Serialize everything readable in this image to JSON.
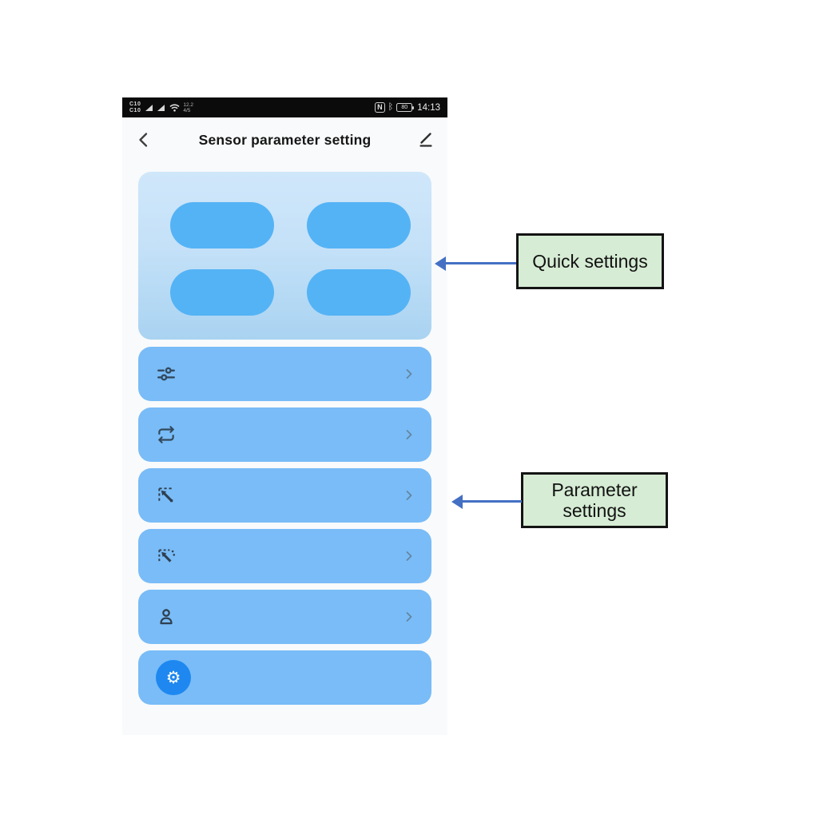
{
  "status_bar": {
    "sim_badge_top": "C10",
    "sim_badge_bottom": "C10",
    "signal_icons": [
      "signal-triangle-icon",
      "signal-triangle-icon"
    ],
    "wifi_icon": "wifi-icon",
    "net_speed_top": "12.2",
    "net_speed_bottom": "4/5",
    "nfc_label": "N",
    "bluetooth_icon": "ᛒ",
    "battery_level": "80",
    "time": "14:13"
  },
  "header": {
    "back_icon": "back-chevron-icon",
    "title": "Sensor parameter setting",
    "edit_icon": "edit-pencil-icon"
  },
  "quick_settings_card": {
    "description": "2x2 grid of blank quick-toggle pills",
    "pills": [
      "",
      "",
      "",
      ""
    ]
  },
  "parameter_rows": [
    {
      "icon": "sliders-icon",
      "label": "",
      "chevron": "chevron-right-icon"
    },
    {
      "icon": "repeat-icon",
      "label": "",
      "chevron": "chevron-right-icon"
    },
    {
      "icon": "detection-distance-icon",
      "label": "",
      "chevron": "chevron-right-icon"
    },
    {
      "icon": "detection-distance-alt-icon",
      "label": "",
      "chevron": "chevron-right-icon"
    },
    {
      "icon": "presence-person-icon",
      "label": "",
      "chevron": "chevron-right-icon"
    },
    {
      "icon": "settings-gear-badge-icon",
      "gear_glyph": "⚙",
      "label": "",
      "chevron": null
    }
  ],
  "callouts": {
    "quick": {
      "label": "Quick settings"
    },
    "parameter": {
      "label": "Parameter settings"
    }
  },
  "colors": {
    "row_blue": "#79bcf7",
    "pill_blue": "#54b3f5",
    "card_gradient_top": "#d0e7fa",
    "card_gradient_bottom": "#a9d3f1",
    "gear_badge_blue": "#1e88f0",
    "arrow_blue": "#4470c4",
    "callout_green": "#d6ecd4",
    "statusbar_black": "#0b0b0b"
  }
}
